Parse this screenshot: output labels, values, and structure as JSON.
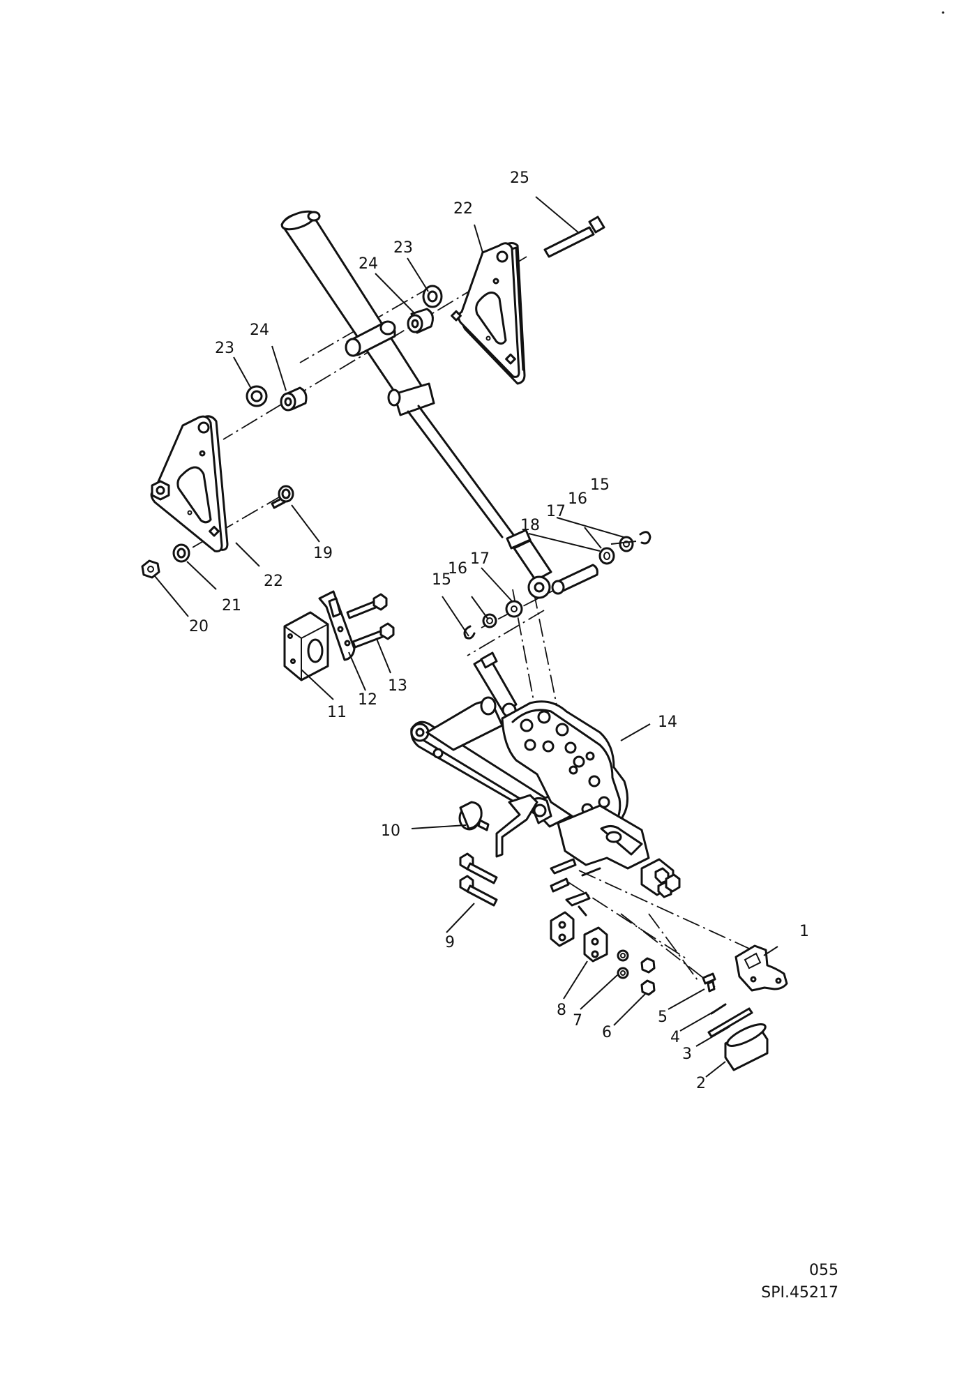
{
  "figure_code": "055",
  "figure_ref": "SPI.45217",
  "callouts": {
    "c1": "1",
    "c2": "2",
    "c3": "3",
    "c4": "4",
    "c5": "5",
    "c6": "6",
    "c7": "7",
    "c8": "8",
    "c9": "9",
    "c10": "10",
    "c11": "11",
    "c12": "12",
    "c13": "13",
    "c14": "14",
    "c15a": "15",
    "c15b": "15",
    "c16a": "16",
    "c16b": "16",
    "c17a": "17",
    "c17b": "17",
    "c18": "18",
    "c19": "19",
    "c20": "20",
    "c21": "21",
    "c22a": "22",
    "c22b": "22",
    "c23a": "23",
    "c23b": "23",
    "c24a": "24",
    "c24b": "24",
    "c25": "25"
  }
}
